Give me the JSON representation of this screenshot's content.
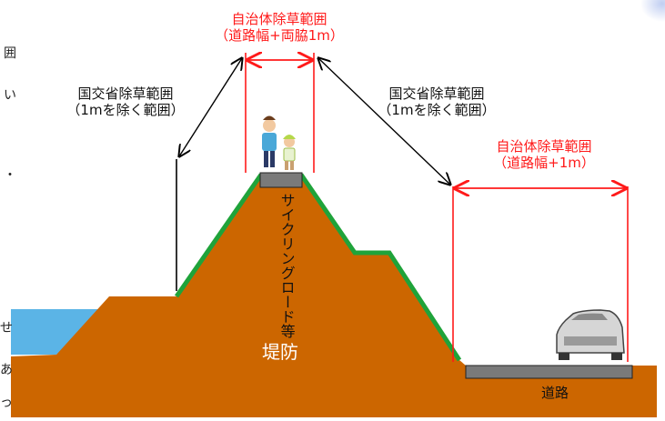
{
  "labels": {
    "top_range_line1": "自治体除草範囲",
    "top_range_line2": "（道路幅+両脇1m）",
    "left_ministry_line1": "国交省除草範囲",
    "left_ministry_line2": "（1mを除く範囲）",
    "right_ministry_line1": "国交省除草範囲",
    "right_ministry_line2": "（1mを除く範囲）",
    "right_range_line1": "自治体除草範囲",
    "right_range_line2": "（道路幅+1m）",
    "cycling_road_col1": "サイクリング",
    "cycling_road_col2": "ロード等",
    "embankment": "堤防",
    "road": "道路"
  },
  "edge_fragments": {
    "left_1": "囲",
    "left_2": "い",
    "left_3": "・",
    "left_4": "せ",
    "left_5": "あ",
    "left_6": "っ"
  },
  "colors": {
    "embankment": "#cc6600",
    "grass": "#1fa33a",
    "water": "#5bb4e6",
    "road": "#7a7a7a",
    "arrow_red": "#ff1a1a",
    "arrow_black": "#000000",
    "label_red": "#ff1a1a"
  }
}
